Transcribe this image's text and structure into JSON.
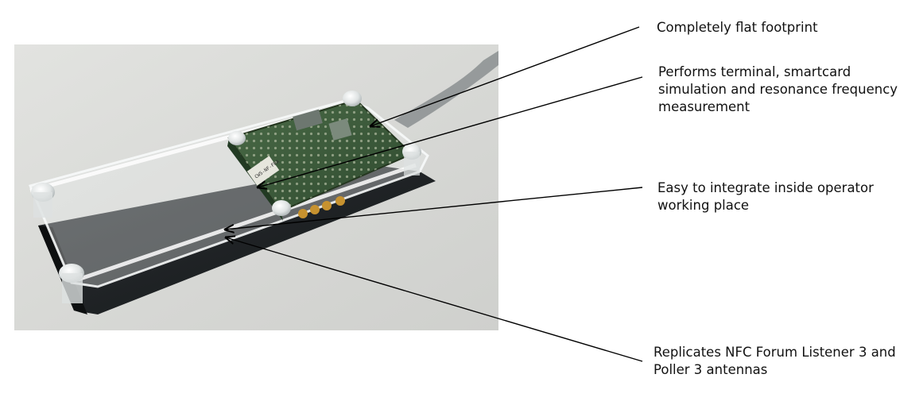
{
  "callouts": [
    {
      "lines": [
        "Completely flat footprint"
      ]
    },
    {
      "lines": [
        "Performs terminal, smartcard",
        "simulation and resonance frequency",
        "measurement"
      ]
    },
    {
      "lines": [
        "Easy to integrate inside operator",
        "working place"
      ]
    },
    {
      "lines": [
        "Replicates NFC Forum Listener 3 and",
        "Poller 3 antennas"
      ]
    }
  ],
  "pcb_label": "CWS-NF-FRA",
  "colors": {
    "background": "#ffffff",
    "photo_background": "#d9dad7",
    "pcb": "#3b5a3a",
    "base_plate": "#1e2124",
    "arrow": "#000000"
  }
}
